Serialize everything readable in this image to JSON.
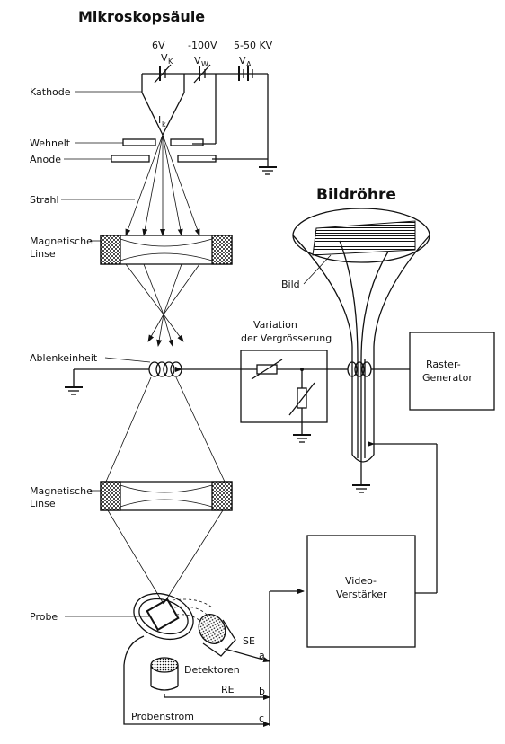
{
  "column": {
    "title": "Mikroskopsäule",
    "v_k_value": "6V",
    "v_w_value": "-100V",
    "v_a_value": "5-50 KV",
    "v_k_sub": "K",
    "v_w_sub": "W",
    "v_a_sub": "A",
    "v_letter": "V",
    "ik_letter": "I",
    "ik_sub": "k"
  },
  "labels": {
    "kathode": "Kathode",
    "wehnelt": "Wehnelt",
    "anode": "Anode",
    "strahl": "Strahl",
    "lens1_line1": "Magnetische",
    "lens1_line2": "Linse",
    "ablenkeinheit": "Ablenkeinheit",
    "lens2_line1": "Magnetische",
    "lens2_line2": "Linse",
    "probe": "Probe",
    "se": "SE",
    "detektoren": "Detektoren",
    "re": "RE",
    "probenstrom": "Probenstrom",
    "a": "a",
    "b": "b",
    "c": "c"
  },
  "crt": {
    "title": "Bildröhre",
    "bild": "Bild"
  },
  "variation": {
    "line1": "Variation",
    "line2": "der Vergrösserung"
  },
  "raster": {
    "line1": "Raster-",
    "line2": "Generator"
  },
  "video": {
    "line1": "Video-",
    "line2": "Verstärker"
  }
}
